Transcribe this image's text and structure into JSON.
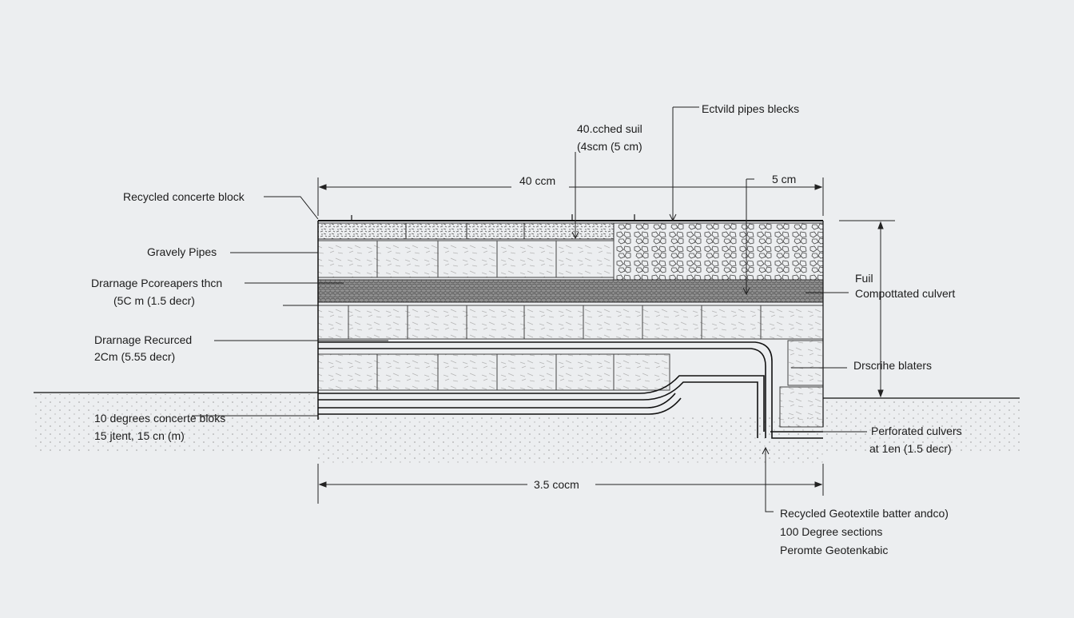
{
  "colors": {
    "background": "#eceef0",
    "ink": "#1c1c1c",
    "block_fill": "#f4f4f4",
    "gravel_band": "#8c8c8c"
  },
  "labels": {
    "top_right_callout": "Ectvild pipes blecks",
    "top_callout_line1": "40.cched suil",
    "top_callout_line2": "(4scm (5 cm)",
    "dim_width": "40 ccm",
    "dim_right": "5 cm",
    "dim_bottom": "3.5 cocm",
    "recycled_block": "Recycled concerte block",
    "gravely_pipes": "Gravely Pipes",
    "drainage1_line1": "Drarnage Pcoreapers thcn",
    "drainage1_line2": "(5C m (1.5 decr)",
    "drainage2_line1": "Drarnage Recurced",
    "drainage2_line2": "2Cm (5.55 decr)",
    "degrees_line1": "10 degrees concerte bloks",
    "degrees_line2": "15 jtent, 15 cn (m)",
    "fuil": "Fuil",
    "compacted_culvert": "Compottated culvert",
    "describe_blaters": "Drscrihe blaters",
    "perforated_line1": "Perforated culvers",
    "perforated_line2": "at 1en (1.5 decr)",
    "bottom_line1": "Recycled Geotextile batter andco)",
    "bottom_line2": "100 Degree sections",
    "bottom_line3": "Peromte Geotenkabic"
  }
}
